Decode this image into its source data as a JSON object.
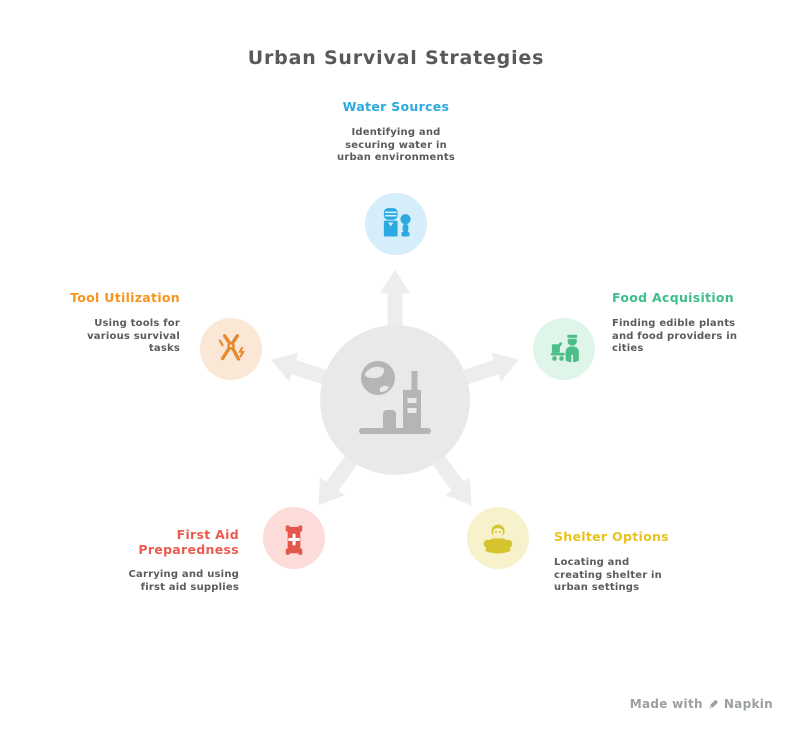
{
  "title": "Urban Survival Strategies",
  "palette": {
    "title_color": "#58595B",
    "body_text_color": "#5A5B5D",
    "arrow_fill": "#EDEDED",
    "watermark_color": "#9AA0A2"
  },
  "center": {
    "icon": "city-globe-icon",
    "bg": "#E9E9E9",
    "icon_color": "#B5B5B5"
  },
  "nodes": [
    {
      "id": "water-sources",
      "label": "Water Sources",
      "description": "Identifying and\nsecuring water in\nurban environments",
      "color": "#2BA9E0",
      "circle_bg": "#D5EEF9",
      "icon_color": "#2BA9E0",
      "icon": "water-dispenser-icon",
      "position": "top"
    },
    {
      "id": "food-acquisition",
      "label": "Food Acquisition",
      "description": "Finding edible plants\nand food providers in\ncities",
      "color": "#3EBD8B",
      "circle_bg": "#DFF5E9",
      "icon_color": "#4CBE87",
      "icon": "delivery-person-icon",
      "position": "right"
    },
    {
      "id": "shelter-options",
      "label": "Shelter Options",
      "description": "Locating and\ncreating shelter in\nurban settings",
      "color": "#E9C31A",
      "circle_bg": "#F7F2CB",
      "icon_color": "#D6C42E",
      "icon": "sheltered-person-icon",
      "position": "bottom-right"
    },
    {
      "id": "first-aid-preparedness",
      "label": "First Aid\nPreparedness",
      "description": "Carrying and using\nfirst aid supplies",
      "color": "#EB5B50",
      "circle_bg": "#FBDCD9",
      "icon_color": "#E3574D",
      "icon": "first-aid-kit-icon",
      "position": "bottom-left"
    },
    {
      "id": "tool-utilization",
      "label": "Tool Utilization",
      "description": "Using tools for\nvarious survival\ntasks",
      "color": "#F7941E",
      "circle_bg": "#FBE7D5",
      "icon_color": "#E8882F",
      "icon": "pliers-icon",
      "position": "left"
    }
  ],
  "watermark": {
    "prefix": "Made with",
    "brand": "Napkin",
    "icon": "pen-icon"
  }
}
